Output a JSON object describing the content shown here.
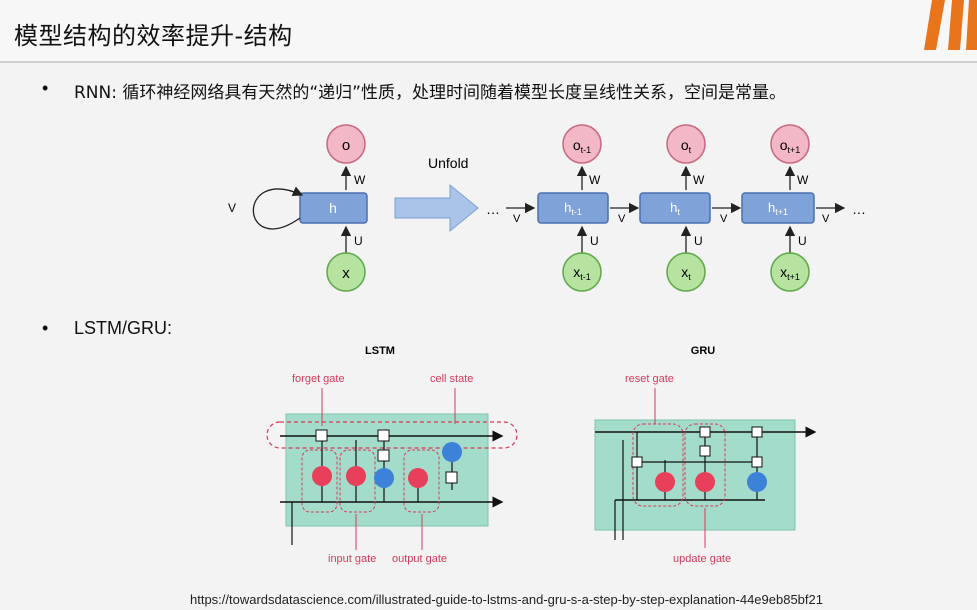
{
  "slide": {
    "title": "模型结构的效率提升-结构",
    "bullets": [
      "RNN: 循环神经网络具有天然的“递归”性质，处理时间随着模型长度呈线性关系，空间是常量。",
      "LSTM/GRU:"
    ],
    "bullet_marker": "•",
    "source_url": "https://towardsdatascience.com/illustrated-guide-to-lstms-and-gru-s-a-step-by-step-explanation-44e9eb85bf21"
  },
  "rnn": {
    "unfold_label": "Unfold",
    "o": "o",
    "h": "h",
    "x": "x",
    "w": "W",
    "u": "U",
    "v": "V",
    "ellipsis": "…",
    "steps": [
      {
        "o": "o",
        "o_sub": "t-1",
        "h": "h",
        "h_sub": "t-1",
        "x": "x",
        "x_sub": "t-1"
      },
      {
        "o": "o",
        "o_sub": "t",
        "h": "h",
        "h_sub": "t",
        "x": "x",
        "x_sub": "t"
      },
      {
        "o": "o",
        "o_sub": "t+1",
        "h": "h",
        "h_sub": "t+1",
        "x": "x",
        "x_sub": "t+1"
      }
    ]
  },
  "lstm": {
    "title": "LSTM",
    "forget_gate": "forget gate",
    "cell_state": "cell state",
    "input_gate": "input gate",
    "output_gate": "output gate"
  },
  "gru": {
    "title": "GRU",
    "reset_gate": "reset gate",
    "update_gate": "update gate"
  },
  "colors": {
    "output_node": "#f2b8c6",
    "hidden_node": "#7fa3d9",
    "input_node": "#b6e3a0",
    "cell_bg": "#a3dccb",
    "sigmoid": "#e8405a",
    "tanh": "#3c82d8",
    "gate_label": "#d83a5a",
    "logo": "#e8741c"
  }
}
